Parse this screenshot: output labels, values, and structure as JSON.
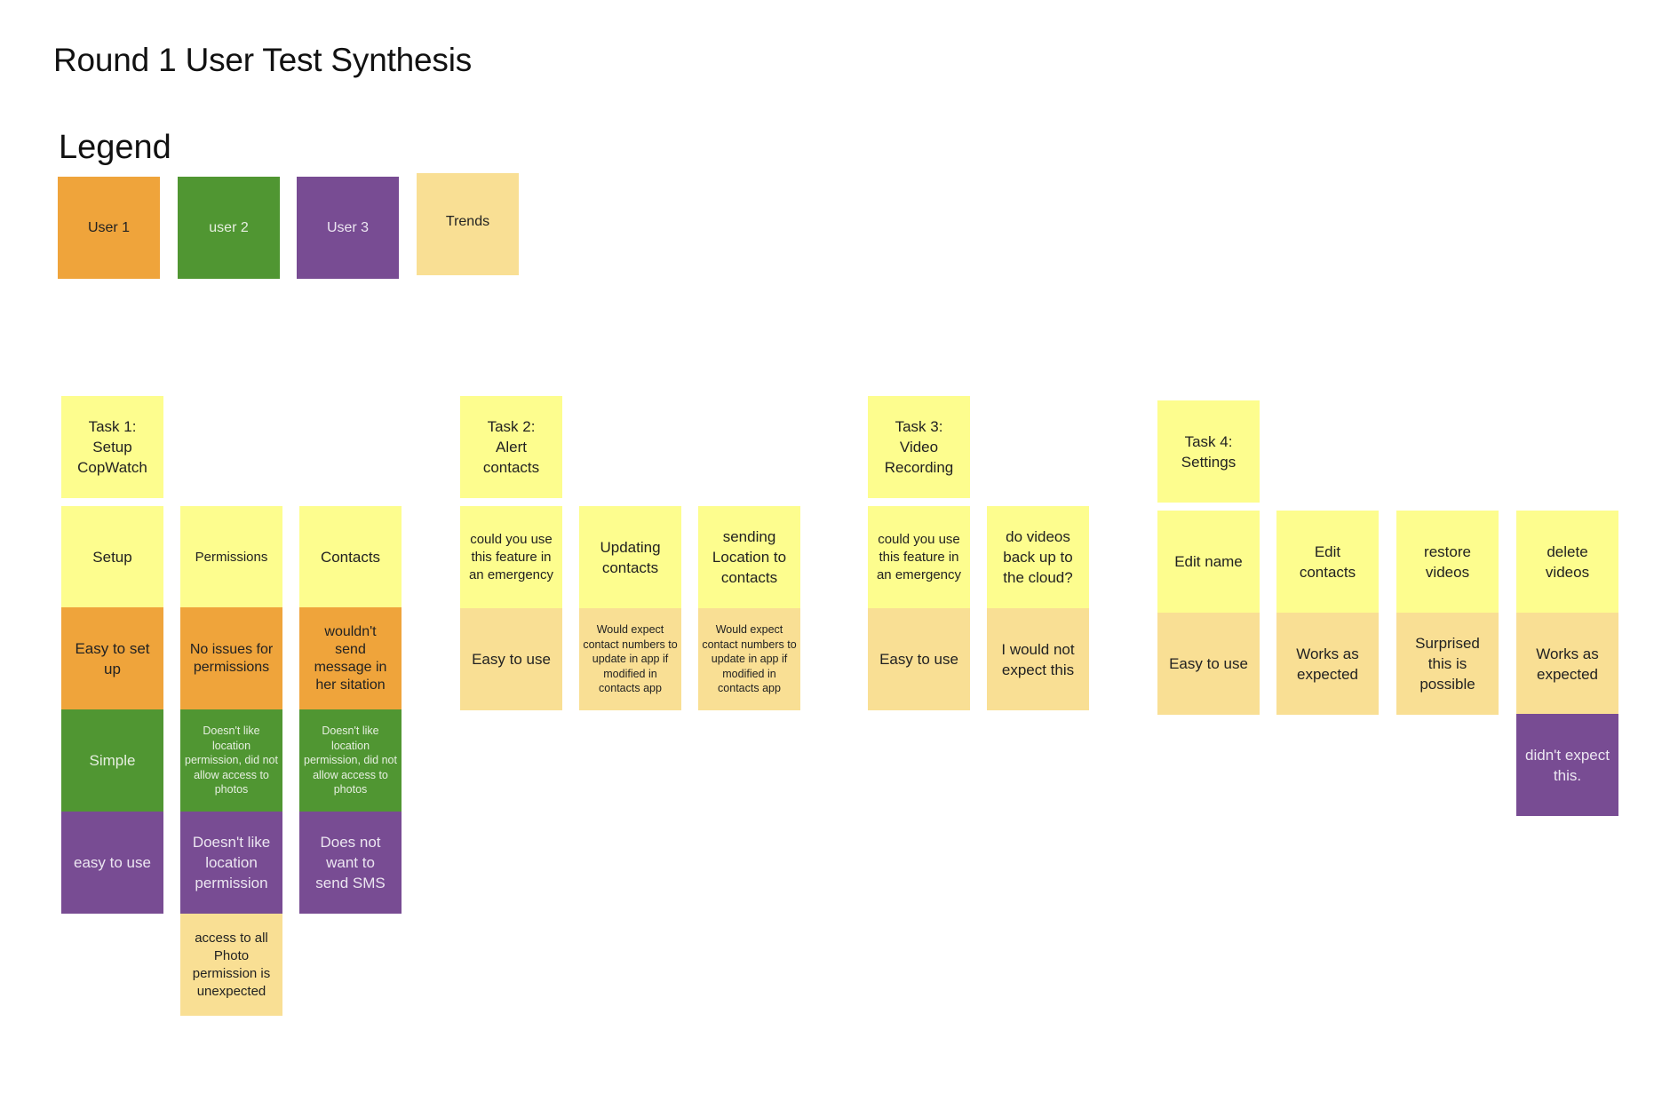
{
  "page": {
    "title": "Round 1 User Test Synthesis"
  },
  "legend": {
    "title": "Legend",
    "items": [
      {
        "label": "User 1",
        "color": "#efa43b"
      },
      {
        "label": "user 2",
        "color": "#509632"
      },
      {
        "label": "User 3",
        "color": "#784c93"
      },
      {
        "label": "Trends",
        "color": "#f9df94"
      }
    ]
  },
  "note_colors": {
    "topic": "#fdfd8e",
    "user1": "#efa43b",
    "user2": "#509632",
    "user3": "#784c93",
    "trend": "#f9df94"
  },
  "tasks": [
    {
      "title": "Task 1: Setup CopWatch",
      "columns": [
        {
          "topic": "Setup",
          "notes": [
            {
              "type": "user1",
              "text": "Easy to set up"
            },
            {
              "type": "user2",
              "text": "Simple"
            },
            {
              "type": "user3",
              "text": "easy to use"
            }
          ]
        },
        {
          "topic": "Permissions",
          "notes": [
            {
              "type": "user1",
              "text": "No issues for permissions"
            },
            {
              "type": "user2",
              "text": "Doesn't like location permission, did not allow access to photos"
            },
            {
              "type": "user3",
              "text": "Doesn't like location permission"
            },
            {
              "type": "trend",
              "text": "access to all Photo permission is unexpected"
            }
          ]
        },
        {
          "topic": "Contacts",
          "notes": [
            {
              "type": "user1",
              "text": "wouldn't send message in her sitation"
            },
            {
              "type": "user2",
              "text": "Doesn't like location permission, did not allow access to photos"
            },
            {
              "type": "user3",
              "text": "Does not want to send SMS"
            }
          ]
        }
      ]
    },
    {
      "title": "Task 2: Alert contacts",
      "columns": [
        {
          "topic": "could you use this feature in an emergency",
          "notes": [
            {
              "type": "trend",
              "text": "Easy to use"
            }
          ]
        },
        {
          "topic": "Updating contacts",
          "notes": [
            {
              "type": "trend",
              "text": "Would expect contact numbers to update in app if modified in contacts app"
            }
          ]
        },
        {
          "topic": "sending Location to contacts",
          "notes": [
            {
              "type": "trend",
              "text": "Would expect contact numbers to update in app if modified in contacts app"
            }
          ]
        }
      ]
    },
    {
      "title": "Task 3: Video Recording",
      "columns": [
        {
          "topic": "could you use this feature in an emergency",
          "notes": [
            {
              "type": "trend",
              "text": "Easy to use"
            }
          ]
        },
        {
          "topic": "do videos back up to the cloud?",
          "notes": [
            {
              "type": "trend",
              "text": "I would not expect this"
            }
          ]
        }
      ]
    },
    {
      "title": "Task 4: Settings",
      "columns": [
        {
          "topic": "Edit name",
          "notes": [
            {
              "type": "trend",
              "text": "Easy to use"
            }
          ]
        },
        {
          "topic": "Edit contacts",
          "notes": [
            {
              "type": "trend",
              "text": "Works as expected"
            }
          ]
        },
        {
          "topic": "restore videos",
          "notes": [
            {
              "type": "trend",
              "text": "Surprised this is possible"
            }
          ]
        },
        {
          "topic": "delete videos",
          "notes": [
            {
              "type": "trend",
              "text": "Works as expected"
            },
            {
              "type": "user3",
              "text": "didn't expect this."
            }
          ]
        }
      ]
    }
  ]
}
